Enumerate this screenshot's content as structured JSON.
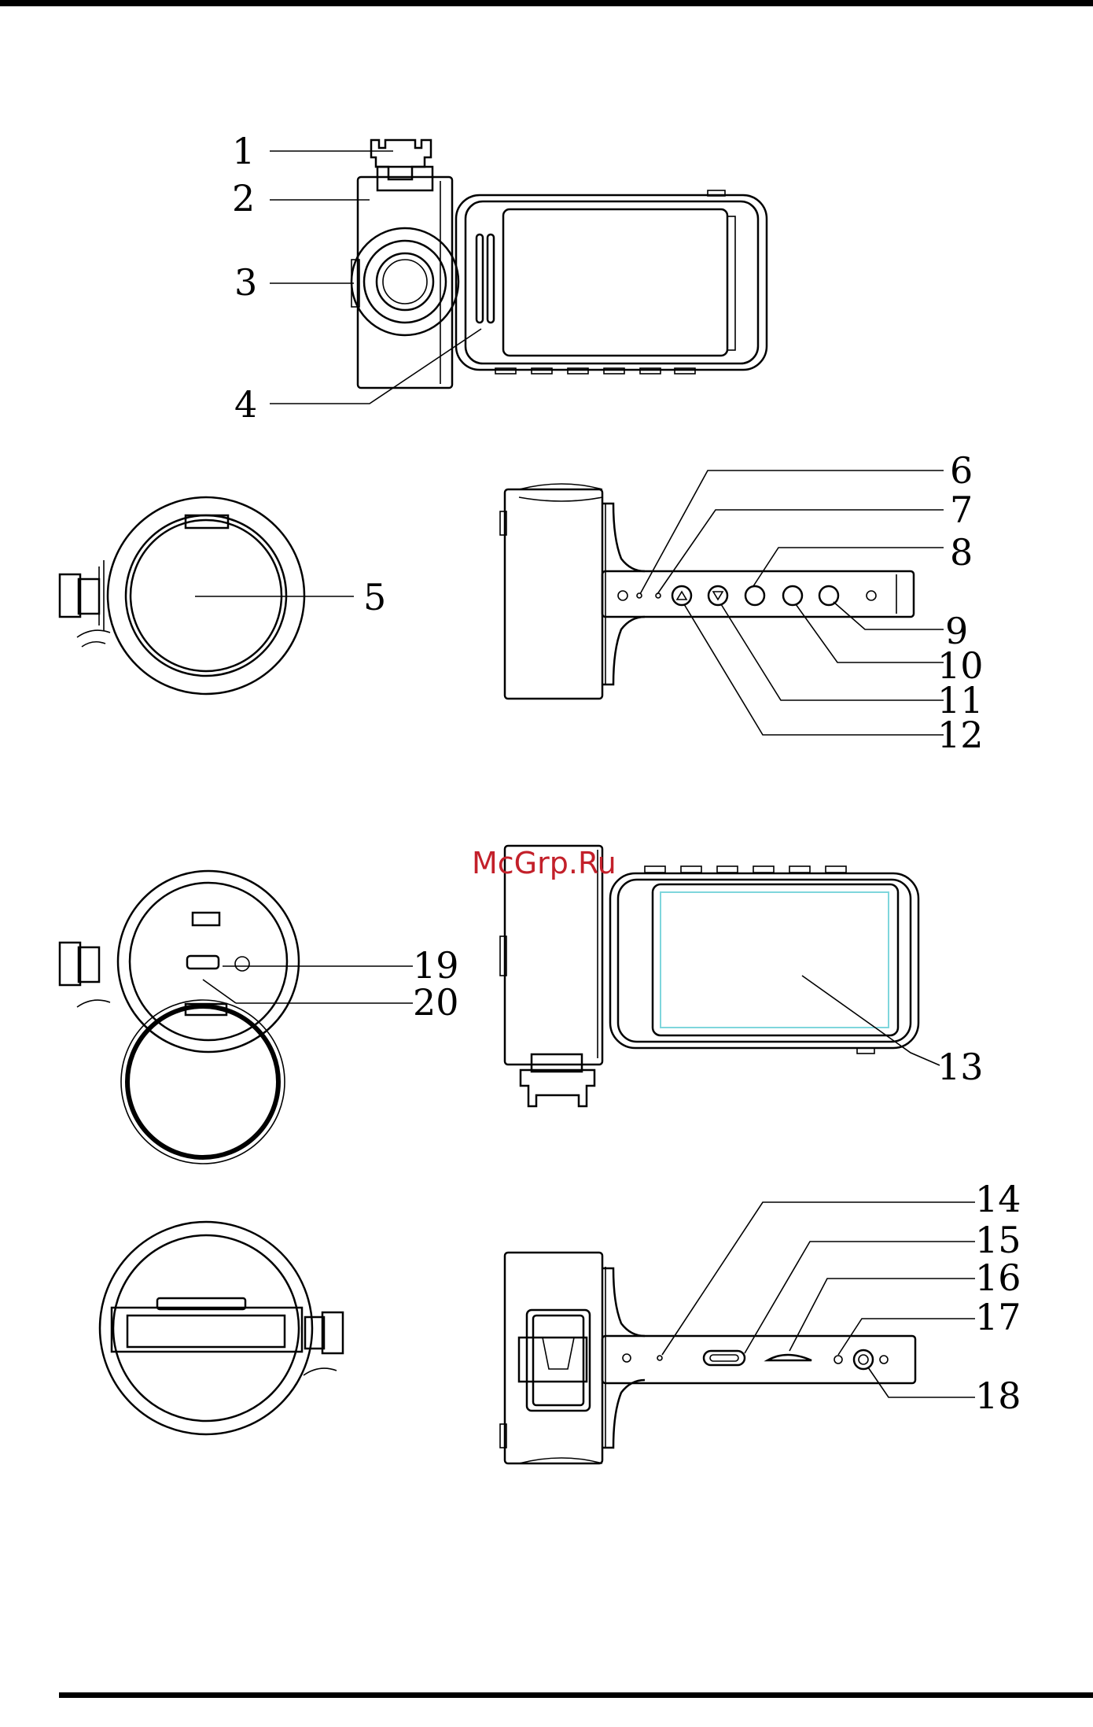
{
  "watermark": "McGrp.Ru",
  "callouts": [
    "1",
    "2",
    "3",
    "4",
    "5",
    "6",
    "7",
    "8",
    "9",
    "10",
    "11",
    "12",
    "13",
    "14",
    "15",
    "16",
    "17",
    "18",
    "19",
    "20"
  ],
  "colors": {
    "line": "#000000",
    "watermark": "#c3202a",
    "screen_inner": "#7fd6dc"
  }
}
